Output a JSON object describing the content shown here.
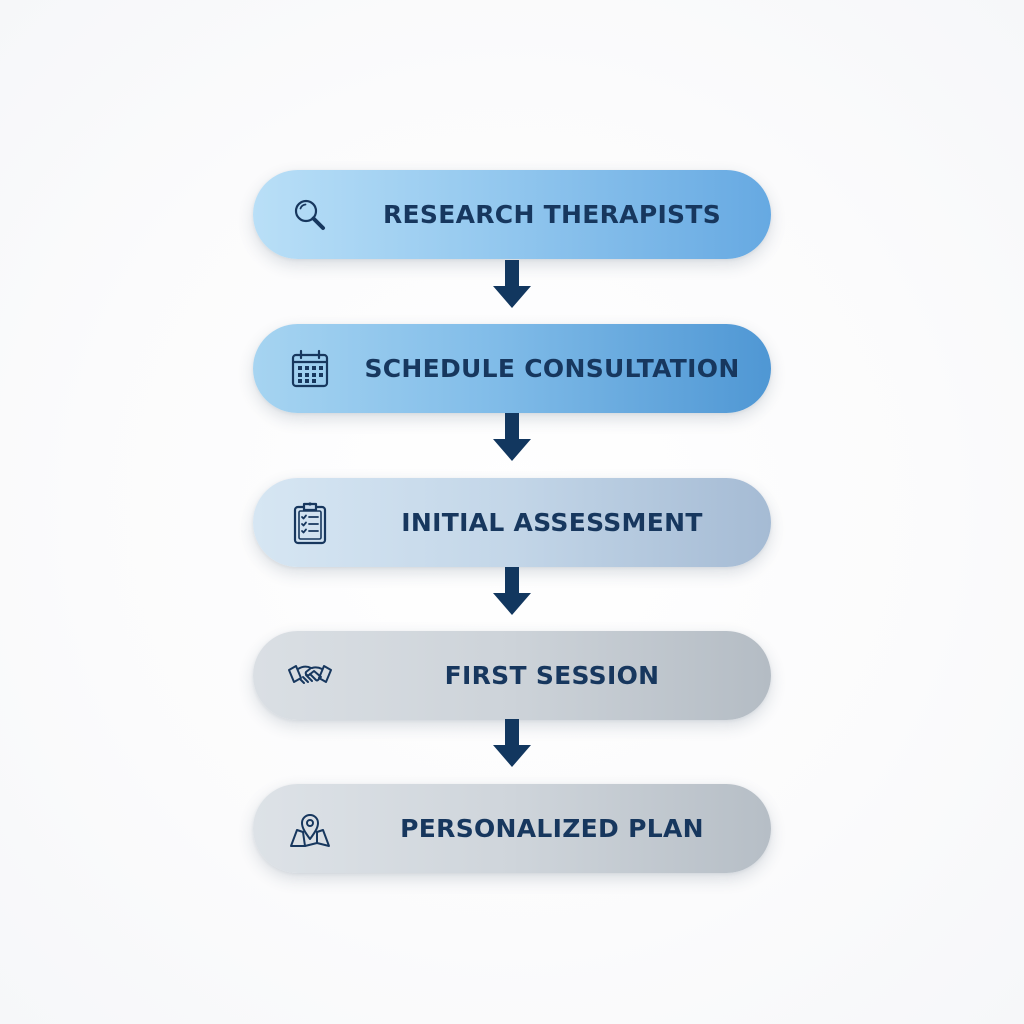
{
  "diagram": {
    "type": "vertical-flowchart",
    "colors": {
      "text": "#17375e",
      "arrow": "#12375f",
      "step_active": "#66a9e2",
      "step_muted": "#b4bcc4"
    },
    "steps": [
      {
        "label": "RESEARCH THERAPISTS",
        "icon": "magnifier-icon"
      },
      {
        "label": "SCHEDULE CONSULTATION",
        "icon": "calendar-icon"
      },
      {
        "label": "INITIAL ASSESSMENT",
        "icon": "clipboard-icon"
      },
      {
        "label": "FIRST SESSION",
        "icon": "handshake-icon"
      },
      {
        "label": "PERSONALIZED PLAN",
        "icon": "map-pin-icon"
      }
    ],
    "connectors": [
      {
        "from": 0,
        "to": 1,
        "icon": "down-arrow-icon"
      },
      {
        "from": 1,
        "to": 2,
        "icon": "down-arrow-icon"
      },
      {
        "from": 2,
        "to": 3,
        "icon": "down-arrow-icon"
      },
      {
        "from": 3,
        "to": 4,
        "icon": "down-arrow-icon"
      }
    ]
  }
}
